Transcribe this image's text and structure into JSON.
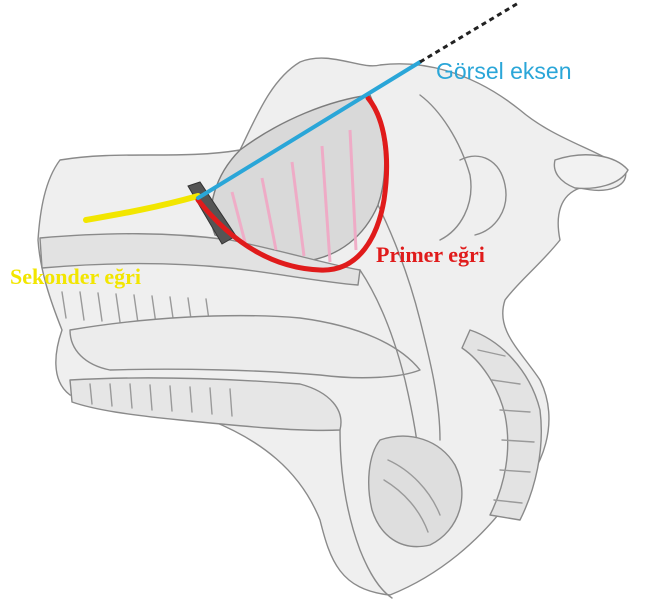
{
  "labels": {
    "visual_axis": "Görsel eksen",
    "primary_curve": "Primer eğri",
    "secondary_curve": "Sekonder eğri"
  },
  "colors": {
    "visual_axis": "#2aa6d8",
    "primary_curve": "#e01b1b",
    "secondary_curve": "#f2e600",
    "hatching": "#f1a7c4",
    "anatomy_line": "#8a8a8a",
    "anatomy_fill": "#e9e9e9"
  }
}
